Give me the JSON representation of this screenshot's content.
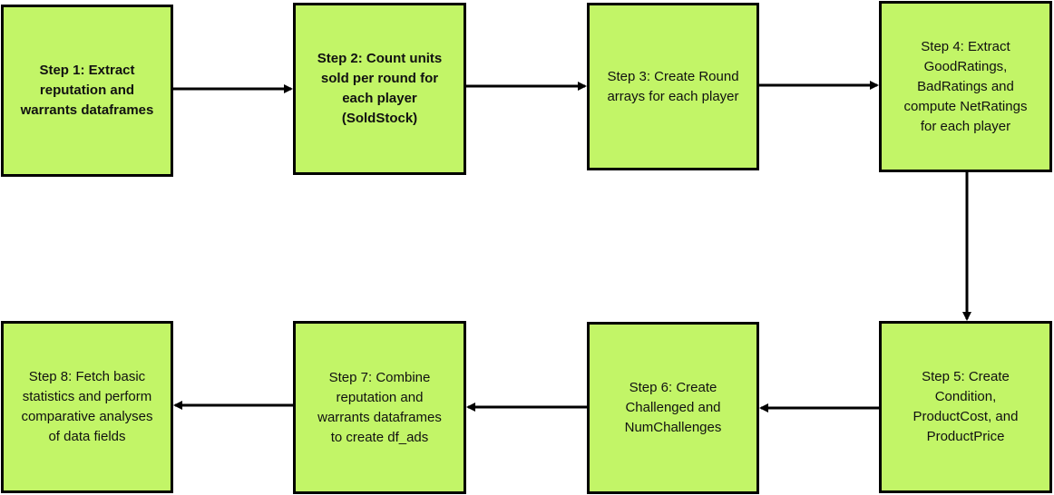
{
  "diagram": {
    "fill_color": "#c2f567",
    "border_color": "#000000",
    "steps": [
      {
        "id": "step-1",
        "lines": [
          "Step 1: Extract",
          "reputation and",
          "warrants dataframes"
        ],
        "bold": true
      },
      {
        "id": "step-2",
        "lines": [
          "Step 2: Count units",
          "sold per round for",
          "each player",
          "(SoldStock)"
        ],
        "bold": true
      },
      {
        "id": "step-3",
        "lines": [
          "Step 3: Create Round",
          "arrays for each player"
        ],
        "bold": false
      },
      {
        "id": "step-4",
        "lines": [
          "Step 4: Extract",
          "GoodRatings,",
          "BadRatings and",
          "compute NetRatings",
          "for each player"
        ],
        "bold": false
      },
      {
        "id": "step-5",
        "lines": [
          "Step 5: Create",
          "Condition,",
          "ProductCost, and",
          "ProductPrice"
        ],
        "bold": false
      },
      {
        "id": "step-6",
        "lines": [
          "Step 6: Create",
          "Challenged and",
          "NumChallenges"
        ],
        "bold": false
      },
      {
        "id": "step-7",
        "lines": [
          "Step 7: Combine",
          "reputation and",
          "warrants dataframes",
          "to create df_ads"
        ],
        "bold": false
      },
      {
        "id": "step-8",
        "lines": [
          "Step 8: Fetch basic",
          "statistics and perform",
          "comparative analyses",
          "of data fields"
        ],
        "bold": false
      }
    ],
    "connections": [
      {
        "from": "step-1",
        "to": "step-2"
      },
      {
        "from": "step-2",
        "to": "step-3"
      },
      {
        "from": "step-3",
        "to": "step-4"
      },
      {
        "from": "step-4",
        "to": "step-5"
      },
      {
        "from": "step-5",
        "to": "step-6"
      },
      {
        "from": "step-6",
        "to": "step-7"
      },
      {
        "from": "step-7",
        "to": "step-8"
      }
    ]
  }
}
